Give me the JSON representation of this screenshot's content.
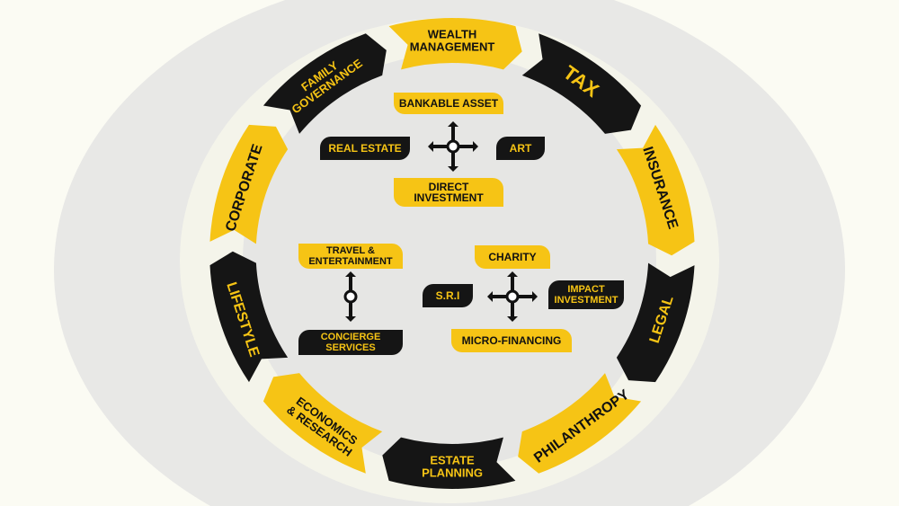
{
  "colors": {
    "yellow": "#f6c415",
    "black": "#151515",
    "background": "#fbfbf3",
    "watermark": "#e6e6e4"
  },
  "ring": [
    {
      "label": [
        "WEALTH",
        "MANAGEMENT"
      ],
      "style": "yellow"
    },
    {
      "label": [
        "TAX"
      ],
      "style": "black"
    },
    {
      "label": [
        "INSURANCE"
      ],
      "style": "yellow"
    },
    {
      "label": [
        "LEGAL"
      ],
      "style": "black"
    },
    {
      "label": [
        "PHILANTHROPY"
      ],
      "style": "yellow"
    },
    {
      "label": [
        "ESTATE",
        "PLANNING"
      ],
      "style": "black"
    },
    {
      "label": [
        "ECONOMICS",
        "& RESEARCH"
      ],
      "style": "yellow"
    },
    {
      "label": [
        "LIFESTYLE"
      ],
      "style": "black"
    },
    {
      "label": [
        "CORPORATE"
      ],
      "style": "yellow"
    },
    {
      "label": [
        "FAMILY",
        "GOVERNANCE"
      ],
      "style": "black"
    }
  ],
  "investments": {
    "top": "BANKABLE ASSET",
    "left": "REAL ESTATE",
    "right": "ART",
    "bottom": "DIRECT INVESTMENT"
  },
  "lifestyle_group": {
    "top": "TRAVEL & ENTERTAINMENT",
    "bottom": "CONCIERGE SERVICES"
  },
  "philanthropy_group": {
    "top": "CHARITY",
    "left": "S.R.I",
    "right": "IMPACT INVESTMENT",
    "bottom": "MICRO-FINANCING"
  }
}
